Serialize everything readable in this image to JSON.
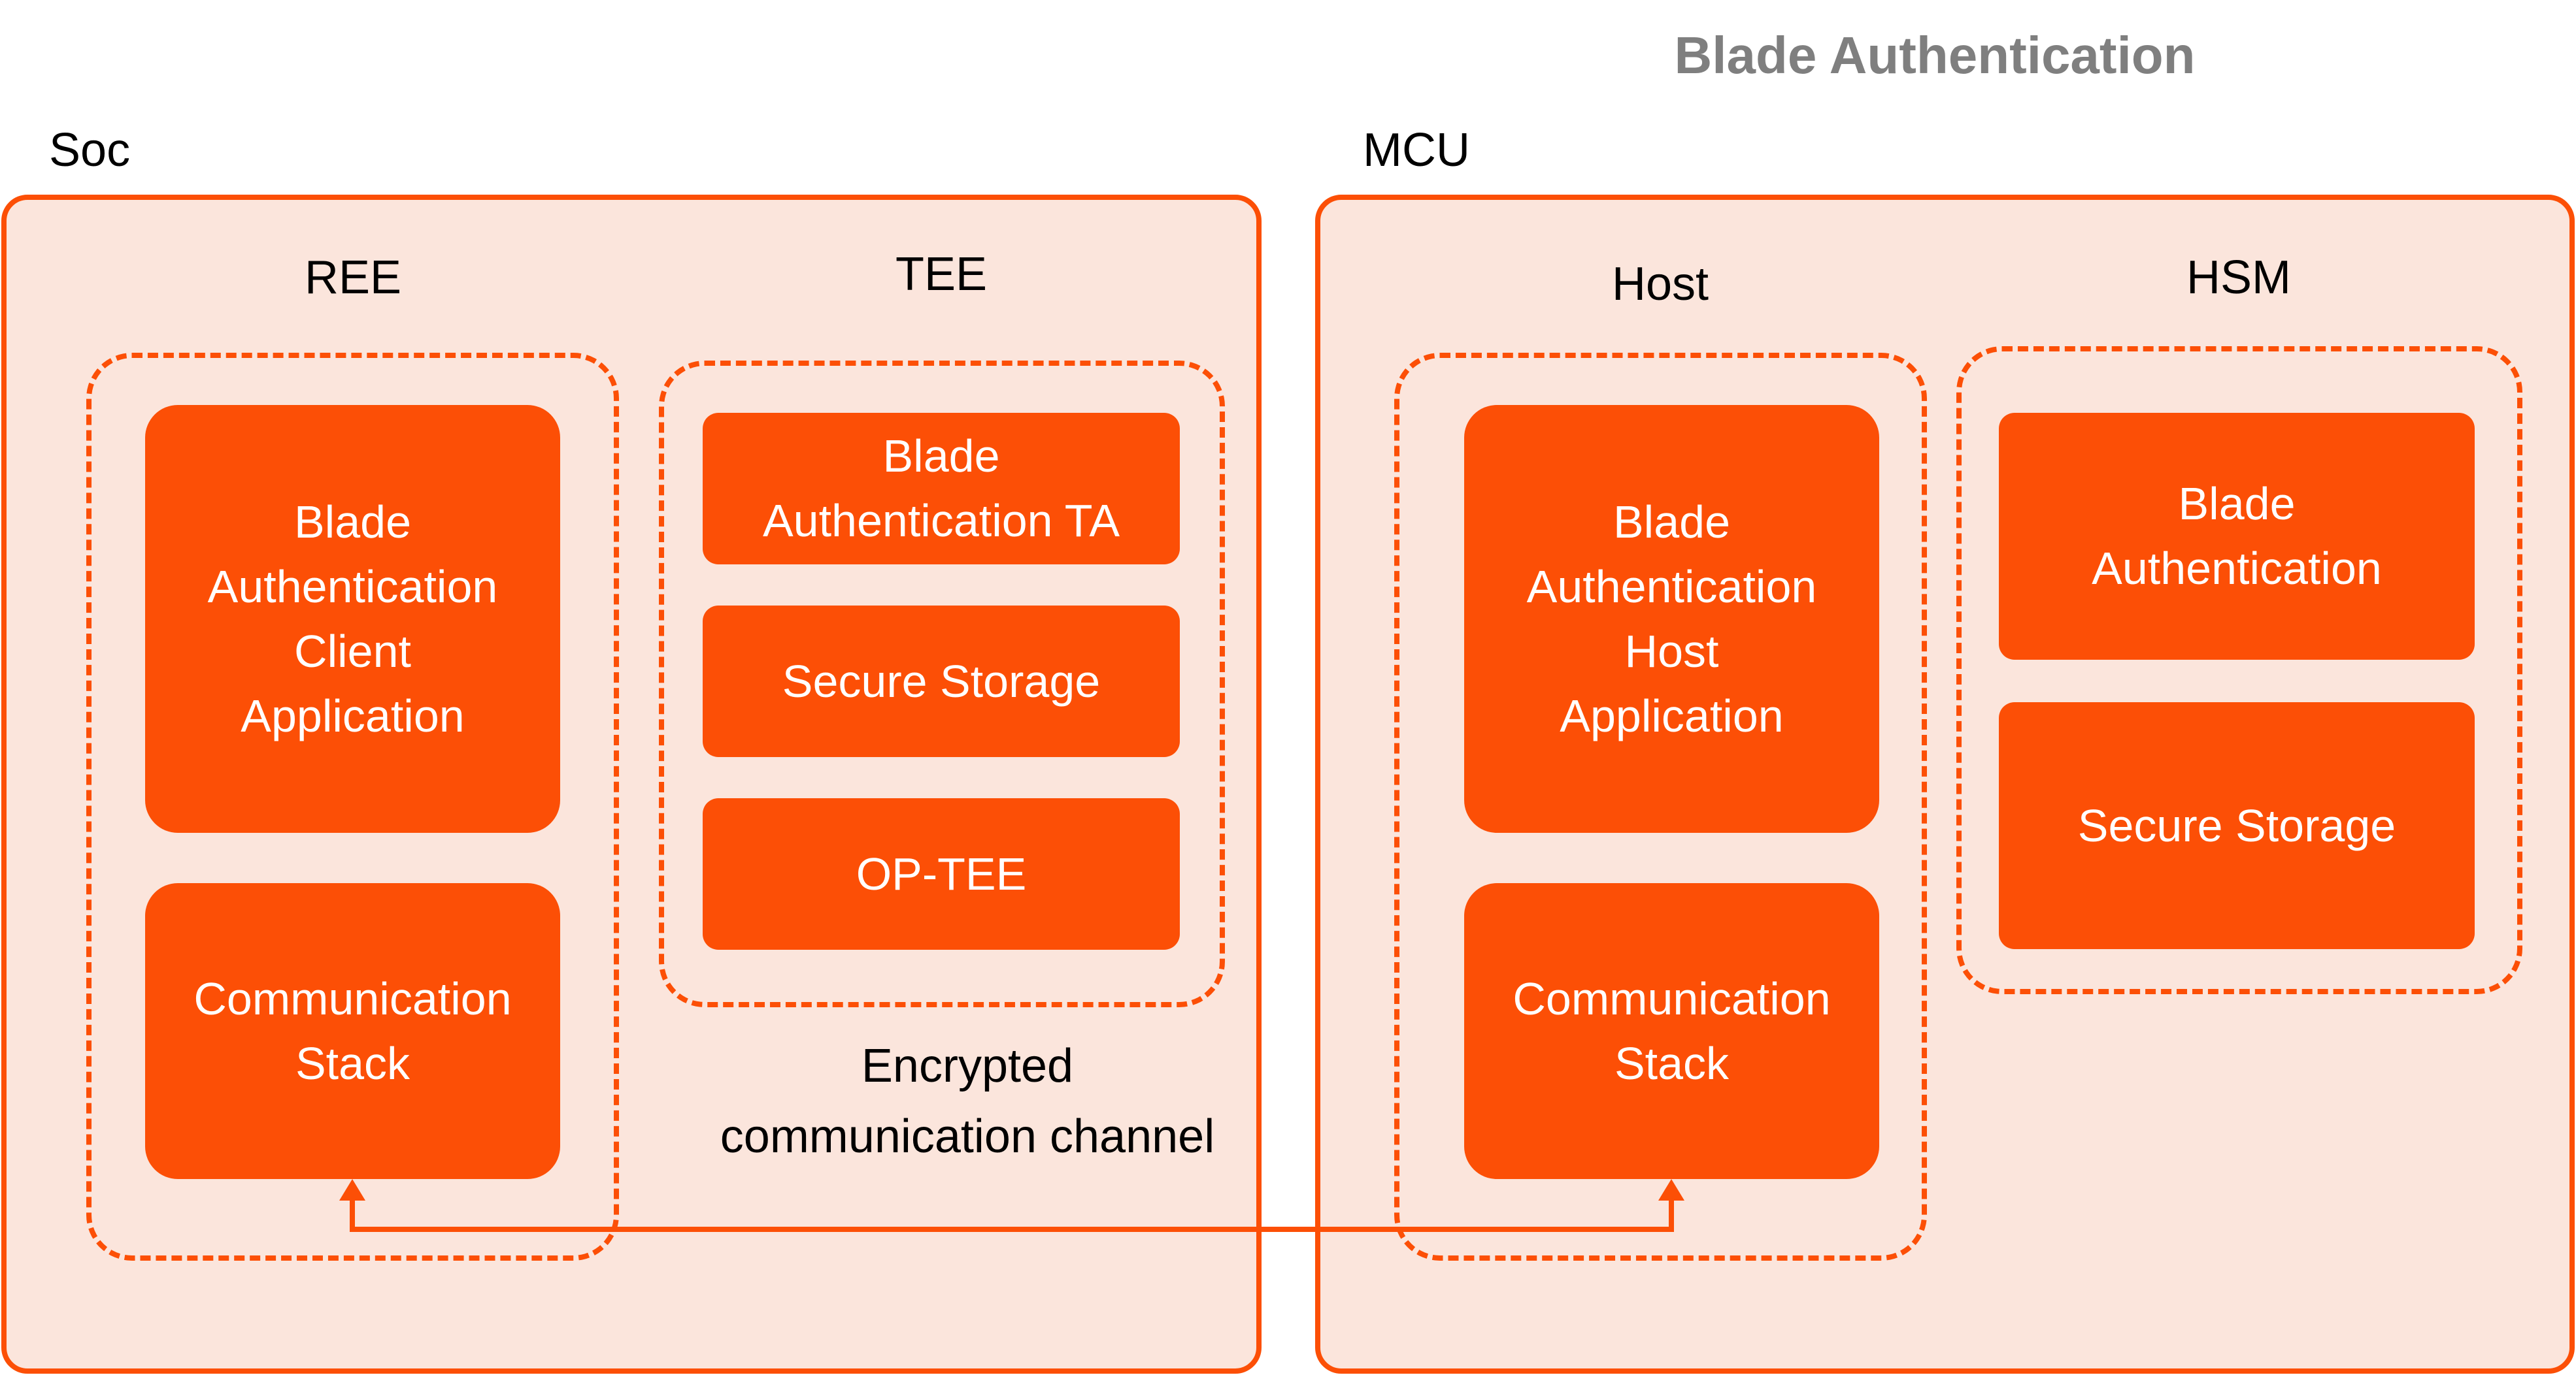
{
  "title": "Blade Authentication",
  "colors": {
    "accent": "#fc4f06",
    "panel_bg": "#fbe5dc",
    "title_gray": "#7f7f7f"
  },
  "soc": {
    "label": "Soc",
    "ree": {
      "label": "REE",
      "client_app": [
        "Blade",
        "Authentication",
        "Client",
        "Application"
      ],
      "comm_stack": [
        "Communication",
        "Stack"
      ]
    },
    "tee": {
      "label": "TEE",
      "ta": [
        "Blade",
        "Authentication TA"
      ],
      "secure_storage": "Secure Storage",
      "optee": "OP-TEE"
    },
    "channel_label": [
      "Encrypted",
      "communication channel"
    ]
  },
  "mcu": {
    "label": "MCU",
    "host": {
      "label": "Host",
      "host_app": [
        "Blade",
        "Authentication",
        "Host",
        "Application"
      ],
      "comm_stack": [
        "Communication",
        "Stack"
      ]
    },
    "hsm": {
      "label": "HSM",
      "auth": [
        "Blade",
        "Authentication"
      ],
      "secure_storage": "Secure Storage"
    }
  }
}
